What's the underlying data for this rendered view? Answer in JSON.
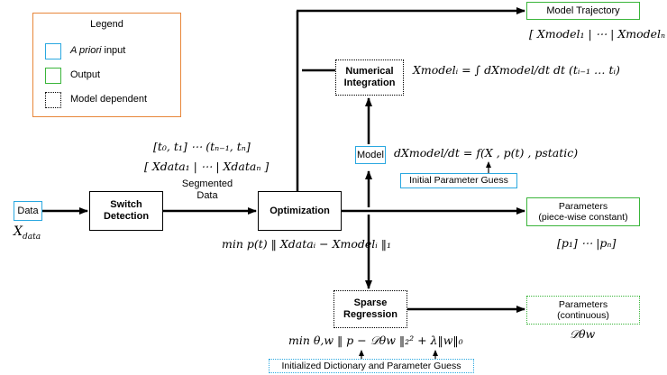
{
  "legend": {
    "title": "Legend",
    "items": [
      {
        "prefix": "A priori",
        "suffix": " input"
      },
      {
        "prefix": "",
        "suffix": "Output"
      },
      {
        "prefix": "",
        "suffix": "Model dependent"
      }
    ]
  },
  "nodes": {
    "data": "Data",
    "switch_detection": "Switch\nDetection",
    "optimization": "Optimization",
    "numerical_integration": "Numerical\nIntegration",
    "model": "Model",
    "initial_parameter_guess": "Initial Parameter Guess",
    "sparse_regression": "Sparse\nRegression",
    "initialized_dictionary": "Initialized Dictionary and Parameter Guess",
    "model_trajectory": "Model Trajectory",
    "parameters_piecewise": "Parameters\n(piece-wise constant)",
    "parameters_continuous": "Parameters\n(continuous)"
  },
  "labels": {
    "segmented_data": "Segmented\nData"
  },
  "math": {
    "x_data": "X",
    "x_data_sub": "data",
    "time_intervals": "[t₀, t₁]   ⋯   (tₙ₋₁, tₙ]",
    "data_segments": "[ X",
    "data_segments_full": "[ Xdata₁ | ⋯ | Xdataₙ ]",
    "model_trajectory_set": "[ Xmodel₁ | ⋯ | Xmodelₙ ]",
    "integration_formula": "Xmodelᵢ = ∫ dXmodel/dt dt  (tᵢ₋₁ … tᵢ)",
    "model_ode": "dXmodel/dt = f(X , p(t) , pstatic)",
    "optimization_objective": "min p(t) ‖ Xdataᵢ − Xmodelᵢ ‖₁",
    "parameter_set": "[p₁] ⋯ |pₙ]",
    "sparse_objective": "min θ,w ‖ p − 𝒟θw ‖₂² + λ‖w‖₀",
    "continuous_params": "𝒟θw"
  },
  "colors": {
    "a_priori": "#2aa8e0",
    "output": "#3ab53a",
    "legend_border": "#e8863a",
    "model_dependent": "#000000"
  }
}
